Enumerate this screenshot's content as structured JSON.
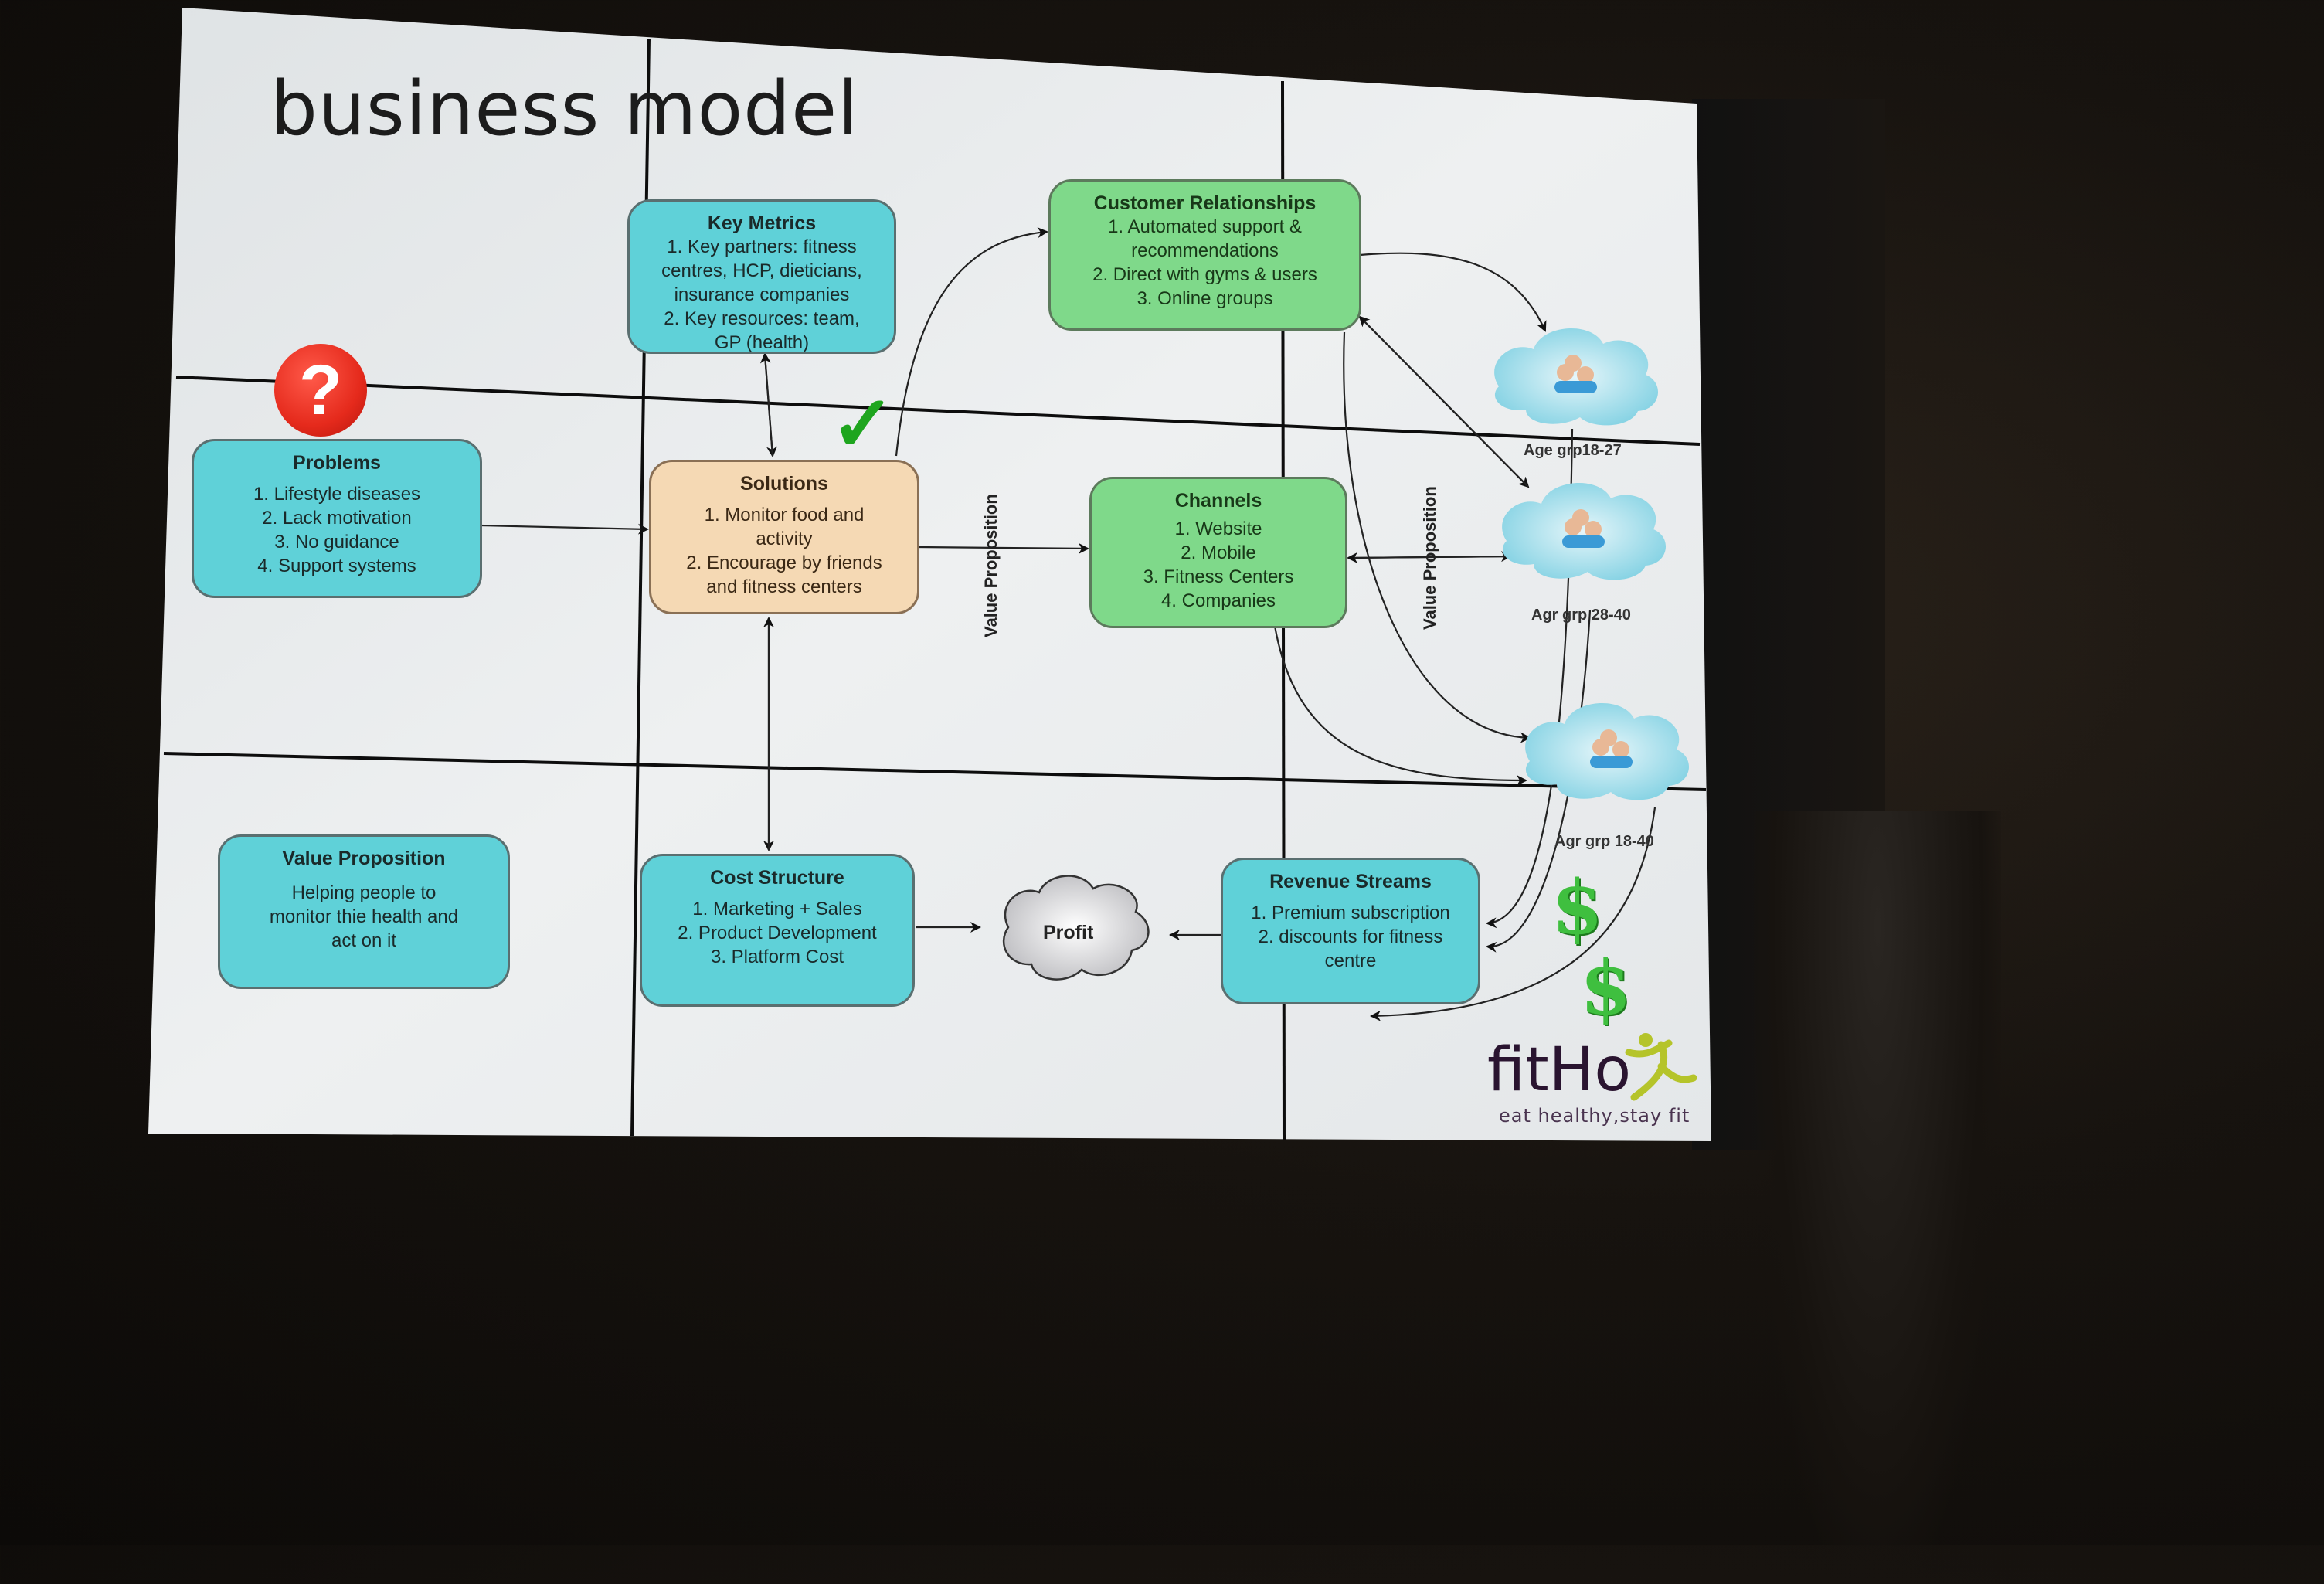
{
  "slide": {
    "title": "business model",
    "brand": {
      "name": "fitHo",
      "tagline": "eat healthy,stay fit",
      "accent": "#b5c42a"
    },
    "colors": {
      "cyan_box": "#5fd1d8",
      "green_box": "#7fd98a",
      "tan_box": "#f5d9b4",
      "check": "#1ea51e",
      "question": "#e52a1c",
      "dollar": "#3fbf3f"
    }
  },
  "boxes": {
    "key_metrics": {
      "title": "Key Metrics",
      "lines": [
        "1. Key partners: fitness",
        "centres, HCP, dieticians,",
        "insurance companies",
        "2. Key resources: team,",
        "GP (health)"
      ]
    },
    "customer_relationships": {
      "title": "Customer Relationships",
      "lines": [
        "1. Automated support &",
        "recommendations",
        "2. Direct with gyms & users",
        "3. Online groups"
      ]
    },
    "problems": {
      "title": "Problems",
      "lines": [
        "1. Lifestyle diseases",
        "2. Lack motivation",
        "3. No guidance",
        "4. Support systems"
      ]
    },
    "solutions": {
      "title": "Solutions",
      "lines": [
        "1. Monitor food and",
        "activity",
        "2. Encourage by friends",
        "and fitness centers"
      ]
    },
    "channels": {
      "title": "Channels",
      "lines": [
        "1. Website",
        "2. Mobile",
        "3. Fitness Centers",
        "4. Companies"
      ]
    },
    "value_proposition": {
      "title": "Value Proposition",
      "lines": [
        "Helping people to",
        "monitor thie health and",
        "act on it"
      ]
    },
    "cost_structure": {
      "title": "Cost Structure",
      "lines": [
        "1. Marketing + Sales",
        "2. Product Development",
        "3. Platform Cost"
      ]
    },
    "revenue_streams": {
      "title": "Revenue Streams",
      "lines": [
        "1. Premium subscription",
        "2. discounts for fitness",
        "centre"
      ]
    },
    "profit": {
      "label": "Profit"
    }
  },
  "vertical_labels": [
    "Value Proposition",
    "Value Proposition"
  ],
  "segments": [
    {
      "label": "Age grp18-27",
      "icon": "users-cloud-icon"
    },
    {
      "label": "Agr grp 28-40",
      "icon": "users-cloud-icon"
    },
    {
      "label": "Agr grp 18-40",
      "icon": "users-cloud-icon"
    }
  ],
  "icons": {
    "question": "?",
    "check": "✓",
    "dollar": "$"
  }
}
